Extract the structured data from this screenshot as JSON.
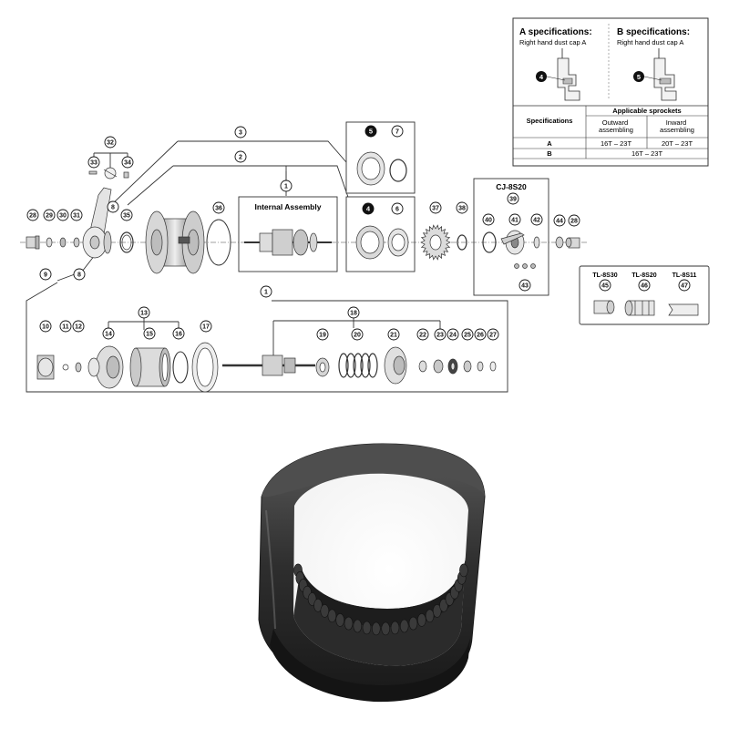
{
  "spec_box": {
    "a_title": "A specifications:",
    "a_sub": "Right hand dust cap A",
    "b_title": "B specifications:",
    "b_sub": "Right hand dust cap A",
    "a_marker": "4",
    "b_marker": "5",
    "table": {
      "applicable_header": "Applicable sprockets",
      "specs_header": "Specifications",
      "outward_header": "Outward assembling",
      "inward_header": "Inward assembling",
      "rows": [
        {
          "spec": "A",
          "outward": "16T – 23T",
          "inward": "20T – 23T"
        },
        {
          "spec": "B",
          "combined": "16T – 23T"
        }
      ]
    }
  },
  "labels": {
    "internal_assembly": "Internal Assembly",
    "cj_8s20": "CJ-8S20",
    "tl_8s30": "TL-8S30",
    "tl_8s20": "TL-8S20",
    "tl_8s11": "TL-8S11"
  },
  "part_numbers": {
    "n1": "1",
    "n1b": "1",
    "n2": "2",
    "n3": "3",
    "n4": "4",
    "n5": "5",
    "n6": "6",
    "n7": "7",
    "n8a": "8",
    "n8b": "8",
    "n9": "9",
    "n10": "10",
    "n11": "11",
    "n12": "12",
    "n13": "13",
    "n14": "14",
    "n15": "15",
    "n16": "16",
    "n17": "17",
    "n18": "18",
    "n19": "19",
    "n20": "20",
    "n21": "21",
    "n22": "22",
    "n23": "23",
    "n24": "24",
    "n25": "25",
    "n26": "26",
    "n27": "27",
    "n28a": "28",
    "n28b": "28",
    "n29": "29",
    "n30": "30",
    "n31": "31",
    "n32": "32",
    "n33": "33",
    "n34": "34",
    "n35": "35",
    "n36": "36",
    "n37": "37",
    "n38": "38",
    "n39": "39",
    "n40": "40",
    "n41": "41",
    "n42": "42",
    "n43": "43",
    "n44": "44",
    "n45": "45",
    "n46": "46",
    "n47": "47"
  },
  "photo": {
    "description_icon": "ring-gear-photo"
  }
}
